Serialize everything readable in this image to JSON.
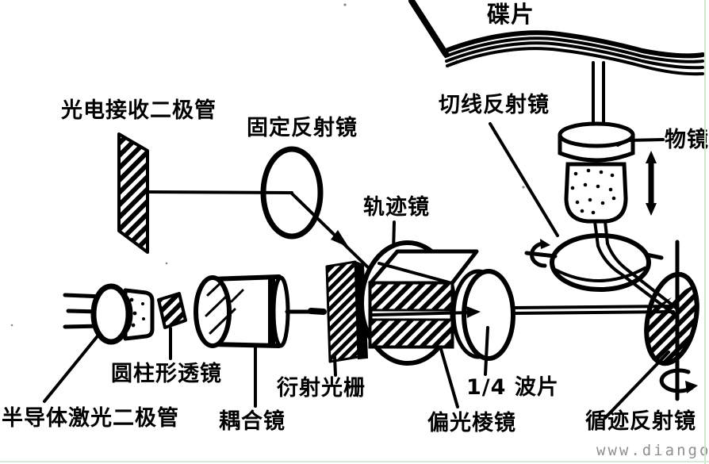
{
  "diagram": {
    "description": "optical pickup head structure diagram",
    "labels": {
      "disc": "碟片",
      "photodiode": "光电接收二极管",
      "fixed_mirror": "固定反射镜",
      "tangential_mirror": "切线反射镜",
      "objective": "物镜",
      "track_mirror": "轨迹镜",
      "cylindrical_lens": "圆柱形透镜",
      "grating": "衍射光栅",
      "waveplate": "1/4 波片",
      "laser_diode": "半导体激光二极管",
      "coupling_lens": "耦合镜",
      "polarizing_prism": "偏光棱镜",
      "tracking_mirror": "循迹反射镜"
    },
    "watermark": "www.diangon.com",
    "colors": {
      "ink": "#000000",
      "watermark_gray": "#8f8f8f",
      "scan_edge_green": "#cfe7cd",
      "paper": "#ffffff"
    }
  }
}
